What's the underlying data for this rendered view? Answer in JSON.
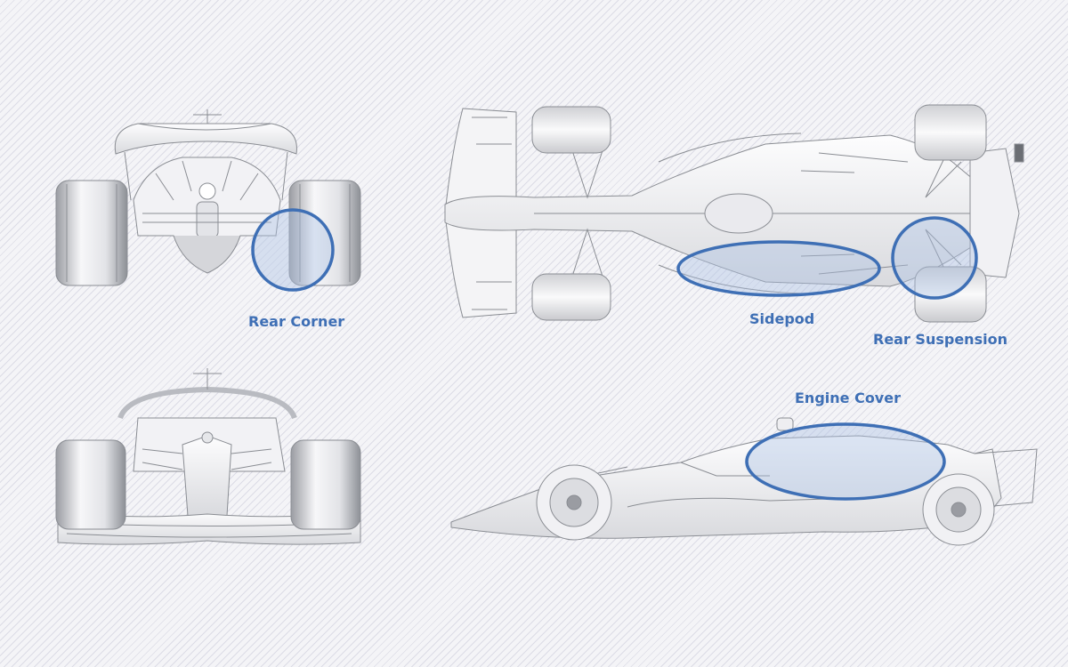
{
  "callouts": {
    "rear_corner": "Rear Corner",
    "sidepod": "Sidepod",
    "rear_suspension": "Rear Suspension",
    "engine_cover": "Engine Cover"
  },
  "colors": {
    "highlight_stroke": "#3e6fb5",
    "highlight_fill": "#a9c0e4",
    "car_line": "#8a8d93",
    "car_body": "#f6f6f8",
    "tyre_dark": "#6b6e74"
  }
}
